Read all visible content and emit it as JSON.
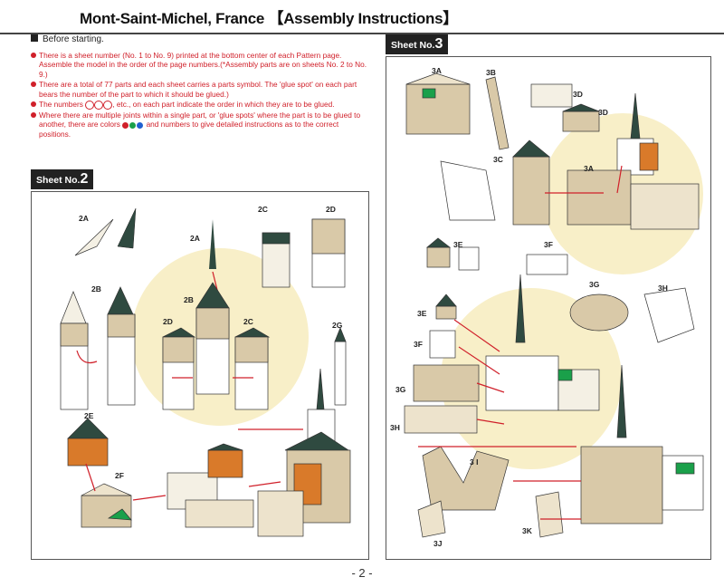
{
  "header": {
    "title": "Mont-Saint-Michel, France 【Assembly Instructions】"
  },
  "before": {
    "label": "Before starting."
  },
  "notes": [
    {
      "text": "There is a sheet number (No. 1 to No. 9) printed at the bottom center of each Pattern page. Assemble the model in the order of the page numbers.(*Assembly parts are on sheets No. 2 to No. 9.)"
    },
    {
      "text": "There are a total of 77 parts and each sheet carries a parts symbol. The 'glue spot' on each part bears the number of the part to which it should be glued.)"
    },
    {
      "text_a": "The numbers",
      "text_b": ", etc., on each part indicate the order in which they are to be glued."
    },
    {
      "text_a": "Where there are multiple joints within a single part, or 'glue spots' where the part is to be glued to another, there are colors",
      "text_b": "and numbers to give detailed instructions as to the correct positions."
    }
  ],
  "colors": {
    "accent_red": "#d0202a",
    "green": "#1aa04a",
    "blue": "#2060d0",
    "moon": "#f8efc8"
  },
  "sheet2": {
    "tab_prefix": "Sheet No.",
    "tab_num": "2",
    "labels": {
      "a2A_top": "2A",
      "a2A_mid": "2A",
      "b2B_left": "2B",
      "b2B_mid": "2B",
      "c2C_top": "2C",
      "c2C_mid": "2C",
      "d2D_top": "2D",
      "d2D_mid": "2D",
      "e2E": "2E",
      "f2F": "2F",
      "g2G": "2G"
    }
  },
  "sheet3": {
    "tab_prefix": "Sheet No.",
    "tab_num": "3",
    "labels": {
      "a3A_top": "3A",
      "a3A_mid": "3A",
      "b3B": "3B",
      "c3C": "3C",
      "d3D_top": "3D",
      "d3D_mid": "3D",
      "e3E_top": "3E",
      "e3E_mid": "3E",
      "f3F_top": "3F",
      "f3F_mid": "3F",
      "g3G_top": "3G",
      "g3G_mid": "3G",
      "h3H_top": "3H",
      "h3H_mid": "3H",
      "i3I": "3 I",
      "j3J": "3J",
      "k3K": "3K"
    }
  },
  "footer": {
    "page": "- 2 -"
  }
}
